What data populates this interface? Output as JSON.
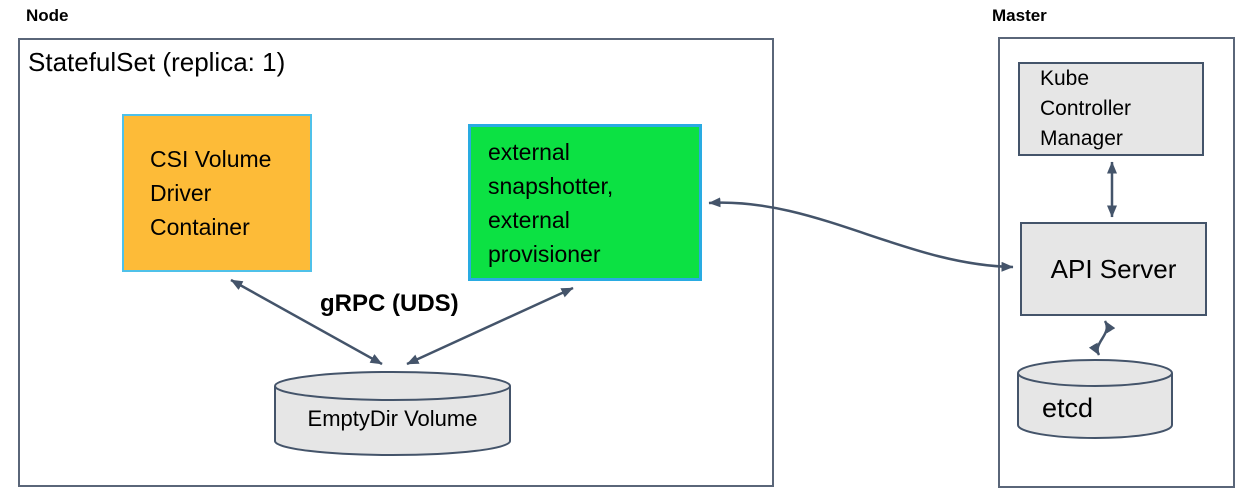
{
  "colors": {
    "slate": "#44546A",
    "outer-border": "#5A6679",
    "orange-fill": "#FDBB38",
    "orange-border": "#4FC1E9",
    "green-fill": "#0CE143",
    "green-border": "#29ABE2",
    "gray-fill": "#E6E6E6",
    "text": "#000000"
  },
  "node": {
    "label": "Node",
    "statefulset_title": "StatefulSet (replica: 1)",
    "csi_container": {
      "lines": [
        "CSI Volume",
        "Driver",
        "Container"
      ]
    },
    "sidecars": {
      "lines": [
        "external",
        "snapshotter,",
        "external",
        "provisioner"
      ]
    },
    "grpc_label": "gRPC (UDS)",
    "emptydir_label": "EmptyDir Volume"
  },
  "master": {
    "label": "Master",
    "kube_controller_manager": {
      "lines": [
        "Kube",
        "Controller",
        "Manager"
      ]
    },
    "api_server_label": "API Server",
    "etcd_label": "etcd"
  }
}
